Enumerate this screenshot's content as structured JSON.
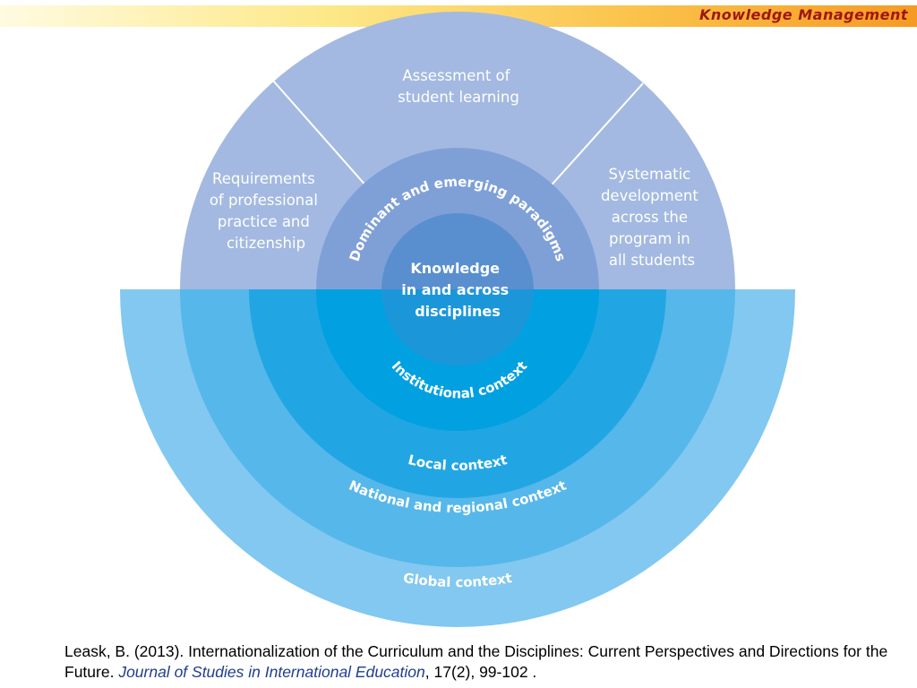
{
  "header": {
    "title": "Knowledge Management"
  },
  "diagram": {
    "upper_segments": [
      {
        "lines": [
          "Requirements",
          "of professional",
          "practice and",
          "citizenship"
        ]
      },
      {
        "lines": [
          "Assessment of",
          "student learning"
        ]
      },
      {
        "lines": [
          "Systematic",
          "development",
          "across the",
          "program in",
          "all students"
        ]
      }
    ],
    "paradigms_label": "Dominant and emerging paradigms",
    "center": {
      "lines": [
        "Knowledge",
        "in and across",
        "disciplines"
      ]
    },
    "contexts": {
      "institutional": "Institutional context",
      "local": "Local context",
      "national": "National and regional context",
      "global": "Global context"
    }
  },
  "citation": {
    "authors": "Leask, B. (2013). Internationalization of  the Curriculum and the Disciplines: Current Perspectives and Directions for the Future. ",
    "journal": "Journal of Studies in International Education",
    "details": ", 17(2), 99-102 ."
  }
}
